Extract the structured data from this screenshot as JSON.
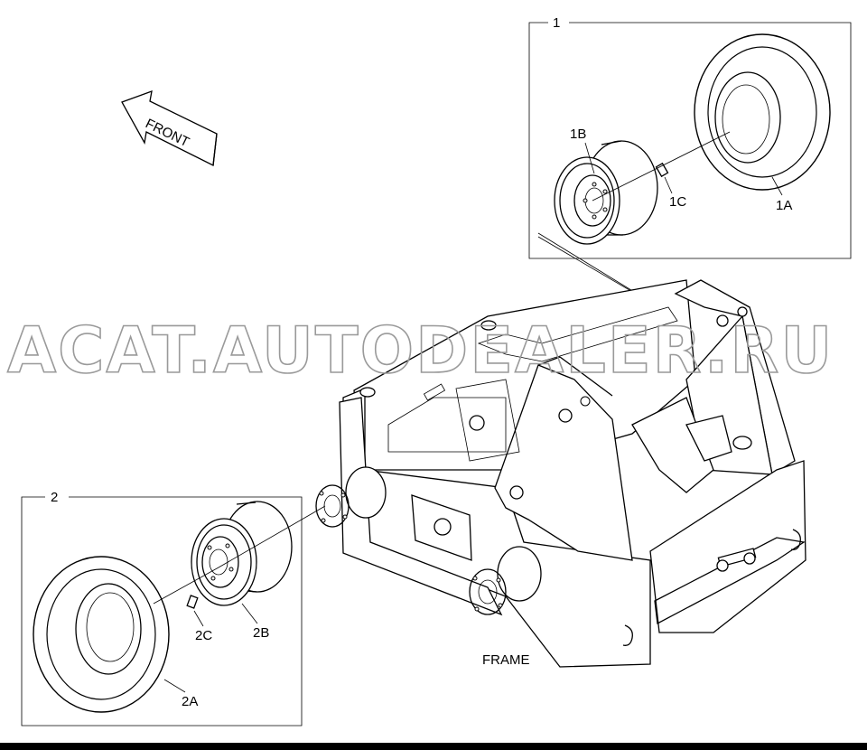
{
  "labels": {
    "front": "FRONT",
    "frame": "FRAME",
    "callout_1": "1",
    "callout_1a": "1A",
    "callout_1b": "1B",
    "callout_1c": "1C",
    "callout_2": "2",
    "callout_2a": "2A",
    "callout_2b": "2B",
    "callout_2c": "2C"
  },
  "watermark": "ACAT.AUTODEALER.RU",
  "colors": {
    "line": "#000000",
    "watermark": "#9a9a9a",
    "background": "#ffffff"
  }
}
